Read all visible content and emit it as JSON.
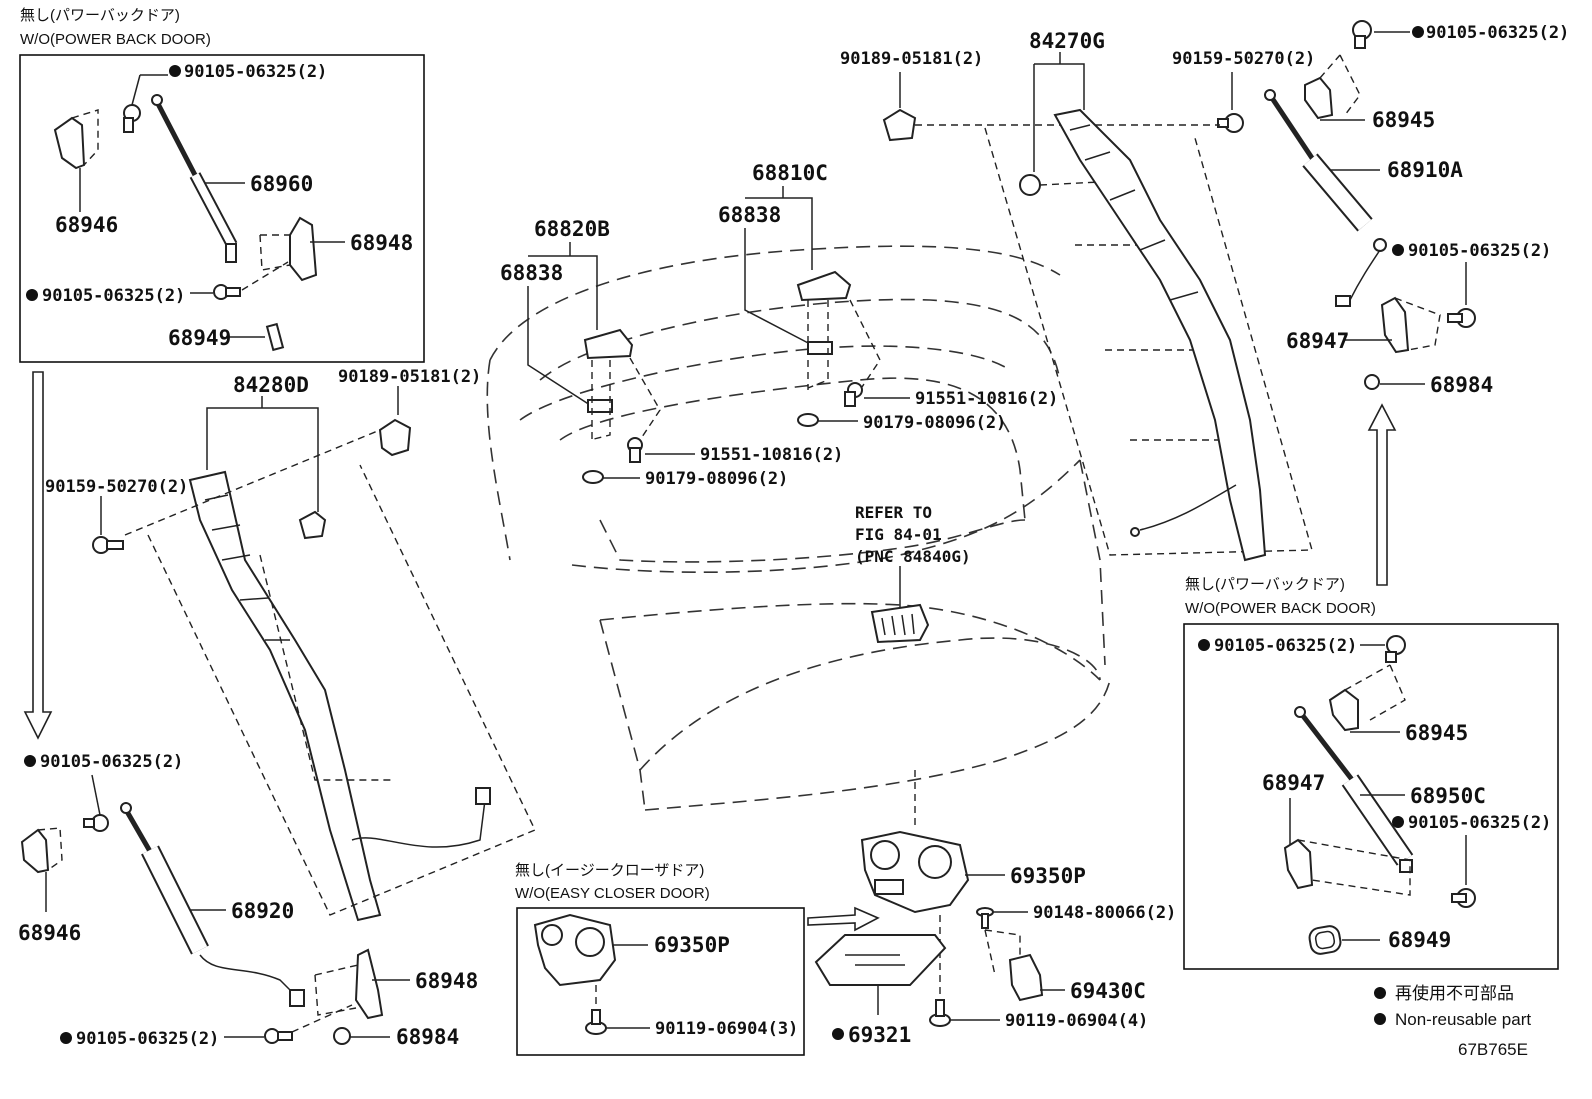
{
  "groups": {
    "top_left_jp": "無し(パワーバックドア)",
    "top_left_en": "W/O(POWER BACK DOOR)",
    "right_jp": "無し(パワーバックドア)",
    "right_en": "W/O(POWER BACK DOOR)",
    "closer_jp": "無し(イージークローザドア)",
    "closer_en": "W/O(EASY CLOSER DOOR)"
  },
  "refer": {
    "line1": "REFER TO",
    "line2": "FIG 84-01",
    "line3": "(PNC 84840G)"
  },
  "labels": {
    "tl_90105_top": "90105-06325(2)",
    "tl_68960": "68960",
    "tl_68946": "68946",
    "tl_68948": "68948",
    "tl_90105_bot": "90105-06325(2)",
    "tl_68949": "68949",
    "l_84280D": "84280D",
    "l_90189": "90189-05181(2)",
    "l_90159": "90159-50270(2)",
    "bl_90105_top": "90105-06325(2)",
    "bl_68920": "68920",
    "bl_68946": "68946",
    "bl_68948": "68948",
    "bl_90105_bot": "90105-06325(2)",
    "bl_68984": "68984",
    "c_68820B": "68820B",
    "c_68838_a": "68838",
    "c_68810C": "68810C",
    "c_68838_b": "68838",
    "c_91551_a": "91551-10816(2)",
    "c_90179_a": "90179-08096(2)",
    "c_91551_b": "91551-10816(2)",
    "c_90179_b": "90179-08096(2)",
    "tr_90189": "90189-05181(2)",
    "tr_84270G": "84270G",
    "tr_90159": "90159-50270(2)",
    "r_90105_top": "90105-06325(2)",
    "r_68945": "68945",
    "r_68910A": "68910A",
    "r_90105_mid": "90105-06325(2)",
    "r_68947": "68947",
    "r_68984": "68984",
    "rb_90105_top": "90105-06325(2)",
    "rb_68945": "68945",
    "rb_68947": "68947",
    "rb_68950C": "68950C",
    "rb_90105_bot": "90105-06325(2)",
    "rb_68949": "68949",
    "b_69350P_a": "69350P",
    "b_90148": "90148-80066(2)",
    "b_69430C": "69430C",
    "b_90119_a": "90119-06904(4)",
    "b_69321": "69321",
    "cb_69350P": "69350P",
    "cb_90119": "90119-06904(3)"
  },
  "legend": {
    "jp": "再使用不可部品",
    "en": "Non-reusable part"
  },
  "figure_code": "67B765E"
}
